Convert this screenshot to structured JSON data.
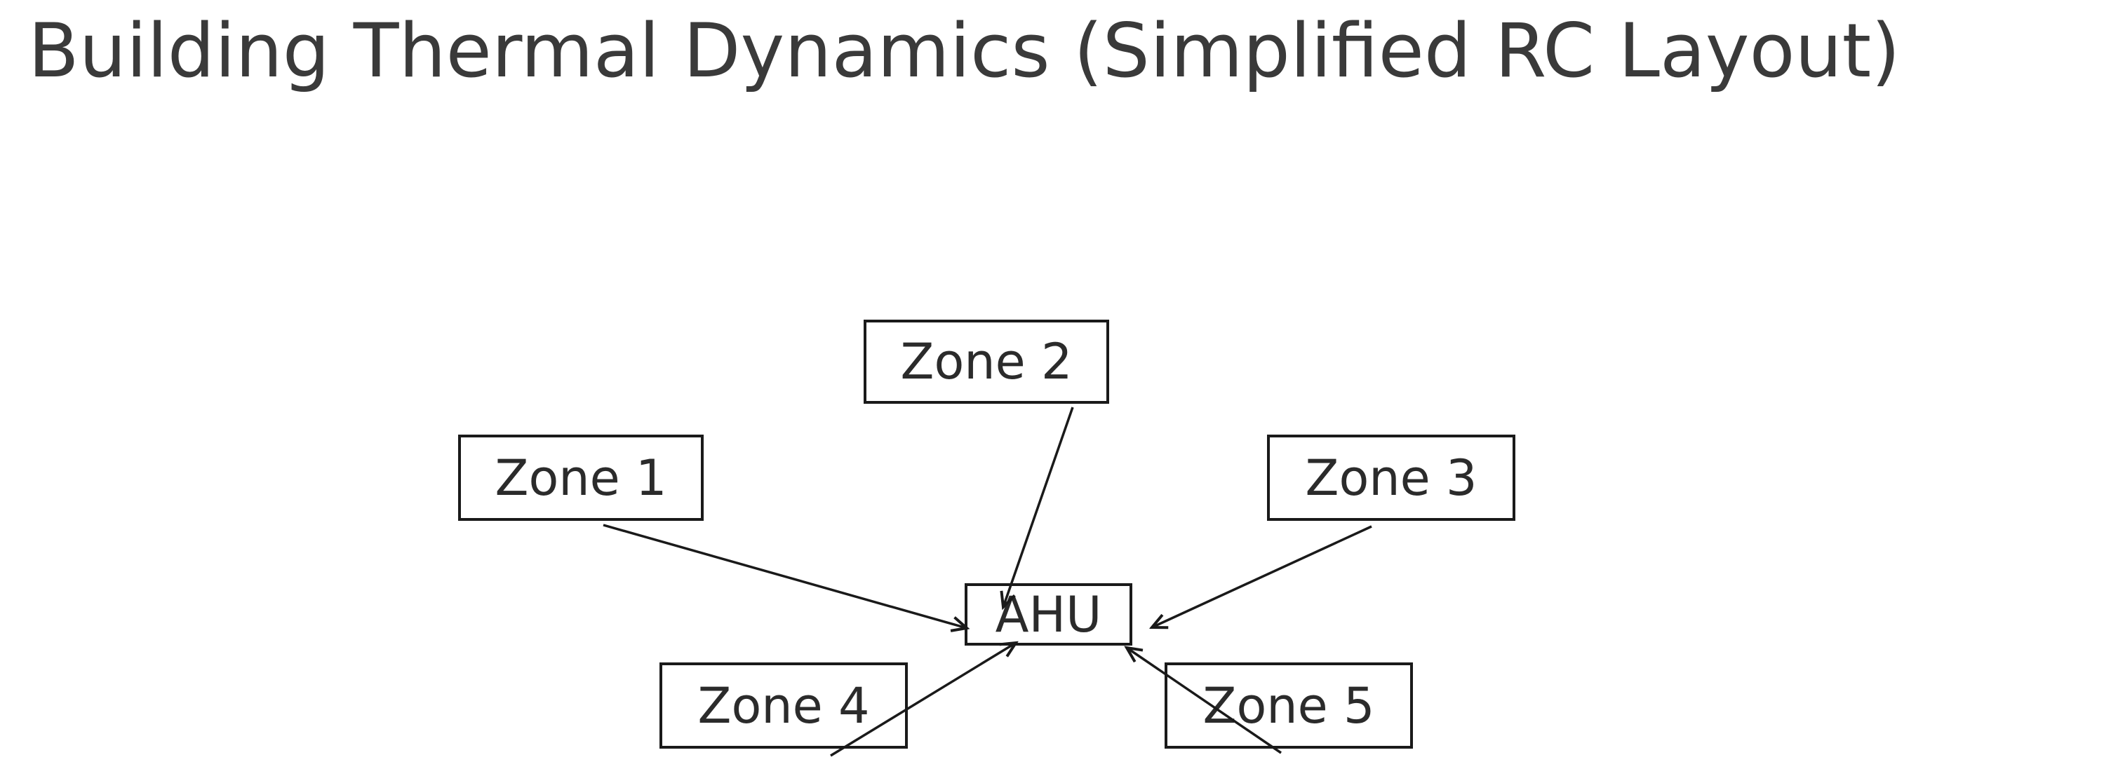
{
  "title": "Building Thermal Dynamics (Simplified RC Layout)",
  "diagram": {
    "type": "node-graph",
    "nodes": [
      {
        "id": "zone1",
        "label": "Zone 1"
      },
      {
        "id": "zone2",
        "label": "Zone 2"
      },
      {
        "id": "zone3",
        "label": "Zone 3"
      },
      {
        "id": "zone4",
        "label": "Zone 4"
      },
      {
        "id": "zone5",
        "label": "Zone 5"
      },
      {
        "id": "ahu",
        "label": "AHU"
      }
    ],
    "edges": [
      {
        "from": "Zone 1",
        "to": "AHU"
      },
      {
        "from": "Zone 2",
        "to": "AHU"
      },
      {
        "from": "Zone 3",
        "to": "AHU"
      },
      {
        "from": "Zone 4",
        "to": "AHU"
      },
      {
        "from": "Zone 5",
        "to": "AHU"
      }
    ],
    "colors": {
      "background": "#ffffff",
      "node_border": "#1a1a1a",
      "node_fill": "#ffffff",
      "edge": "#1a1a1a",
      "title_text": "#3a3a3a",
      "node_text": "#2b2b2b"
    }
  }
}
